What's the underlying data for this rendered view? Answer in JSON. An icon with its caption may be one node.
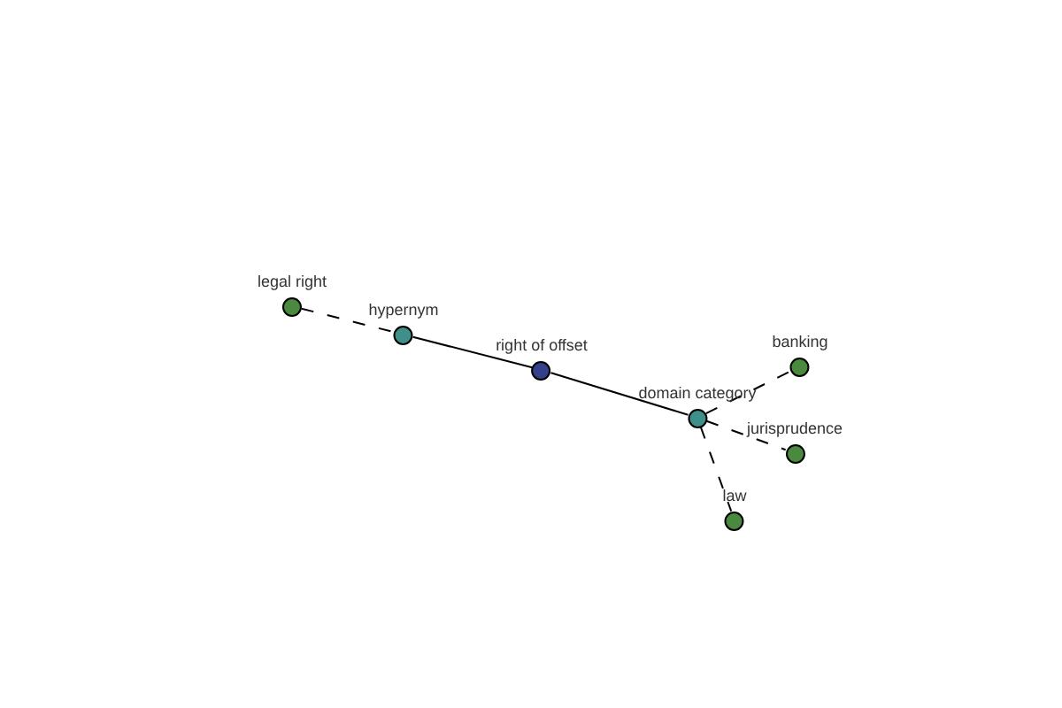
{
  "diagram": {
    "nodes": [
      {
        "text": [
          "legal right"
        ]
      },
      {
        "text": [
          "hypernym"
        ]
      },
      {
        "text": [
          "right of offset"
        ]
      },
      {
        "text": [
          "domain category"
        ]
      },
      {
        "text": [
          "banking"
        ]
      },
      {
        "text": [
          "jurisprudence"
        ]
      },
      {
        "text": [
          "law"
        ]
      }
    ],
    "edges": [
      {
        "from": 0,
        "to": 1,
        "arrow": "none",
        "style": "dashed"
      },
      {
        "from": 1,
        "to": 2,
        "arrow": "none"
      },
      {
        "from": 2,
        "to": 3,
        "arrow": "none"
      },
      {
        "from": 3,
        "to": 4,
        "arrow": "none",
        "style": "dashed"
      },
      {
        "from": 3,
        "to": 5,
        "arrow": "none",
        "style": "dashed"
      },
      {
        "from": 3,
        "to": 6,
        "arrow": "none",
        "style": "dashed"
      }
    ]
  }
}
